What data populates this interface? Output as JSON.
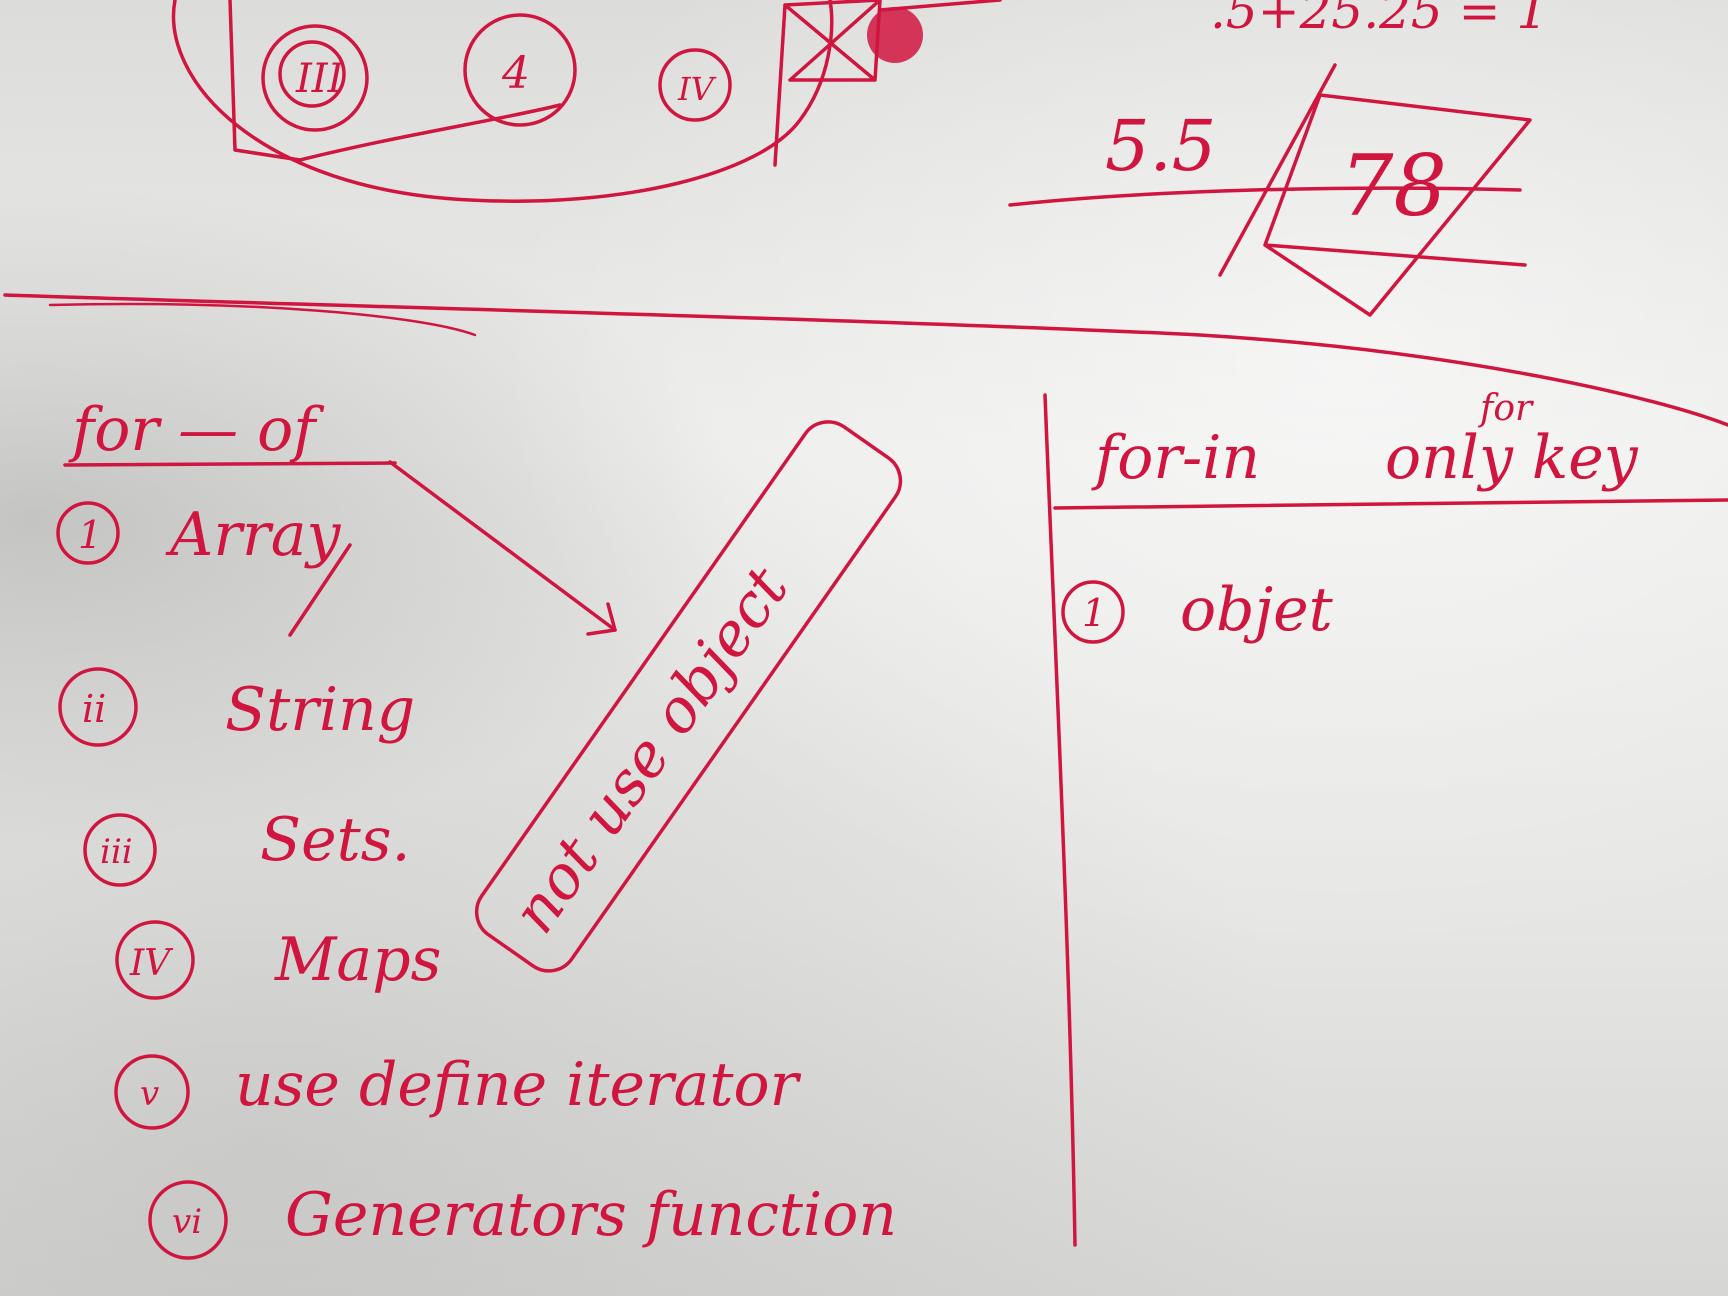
{
  "top_area": {
    "circle_1": "III",
    "circle_2": "4",
    "circle_3": "IV",
    "top_right_expr": ".5+25.25 = 1",
    "decimal": "5.5",
    "boxed_number": "78"
  },
  "for_of": {
    "heading": "for — of",
    "items": [
      {
        "marker": "1",
        "label": "Array"
      },
      {
        "marker": "ii",
        "label": "String"
      },
      {
        "marker": "iii",
        "label": "Sets."
      },
      {
        "marker": "IV",
        "label": "Maps"
      },
      {
        "marker": "v",
        "label": "use define iterator"
      },
      {
        "marker": "vi",
        "label": "Generators function"
      }
    ]
  },
  "note_box": "not use object",
  "for_in": {
    "heading": "for-in",
    "heading_note": "only key",
    "heading_note_insert": "for",
    "items": [
      {
        "marker": "1",
        "label": "objet"
      }
    ]
  },
  "colors": {
    "ink": "#d0153f",
    "paper": "#e8e8e6"
  }
}
